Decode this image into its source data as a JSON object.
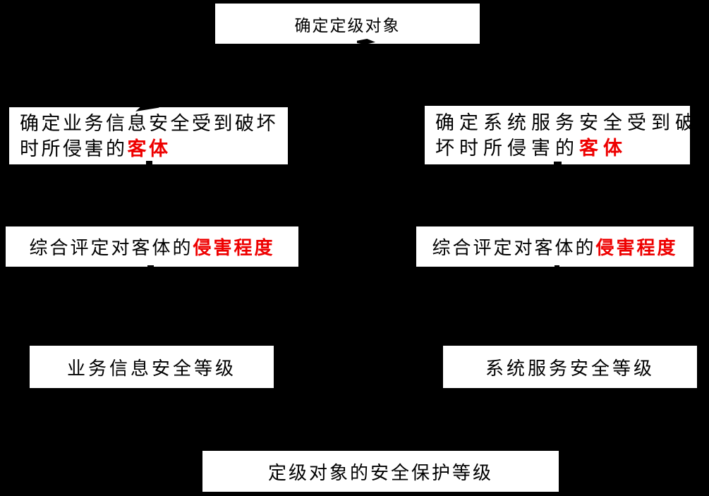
{
  "colors": {
    "background": "#000000",
    "box_background": "#ffffff",
    "text": "#000000",
    "highlight": "#ee0000"
  },
  "boxes": {
    "top": {
      "text": "确定定级对象"
    },
    "left1": {
      "line1": "确定业务信息安全受到破坏",
      "line2_pre": "时所侵害的",
      "line2_highlight": "客体"
    },
    "right1": {
      "line1": "确定系统服务安全受到破",
      "line2_pre": "坏时所侵害的",
      "line2_highlight": "客体"
    },
    "left2": {
      "pre": "综合评定对客体的",
      "highlight": "侵害程度"
    },
    "right2": {
      "pre": "综合评定对客体的",
      "highlight": "侵害程度"
    },
    "left3": {
      "text": "业务信息安全等级"
    },
    "right3": {
      "text": "系统服务安全等级"
    },
    "bottom": {
      "text": "定级对象的安全保护等级"
    }
  }
}
